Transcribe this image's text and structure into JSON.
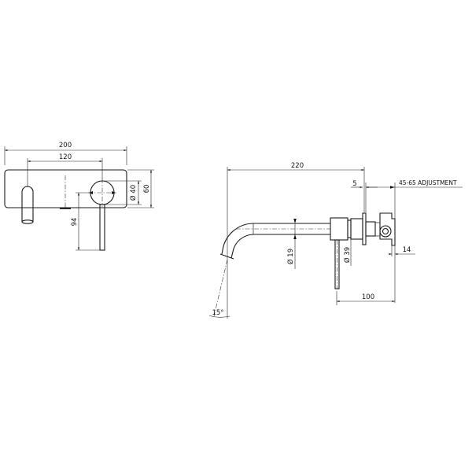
{
  "drawing": {
    "type": "technical drawing",
    "subject": "wall-mounted basin mixer with spout",
    "front_view": {
      "dimensions": {
        "overall_width": "200",
        "spout_to_handle": "120",
        "handle_diameter": "Ø 40",
        "plate_height": "60",
        "lever_drop": "94"
      }
    },
    "side_view": {
      "dimensions": {
        "spout_reach": "220",
        "plate_thickness": "5",
        "adjustment": "45-65 ADJUSTMENT",
        "spout_diameter": "Ø 19",
        "body_diameter": "Ø 39",
        "valve_offset": "14",
        "lever_to_wall": "100",
        "flow_angle": "15°"
      }
    },
    "colors": {
      "background": "#ffffff",
      "line": "#1a1a1a"
    }
  }
}
